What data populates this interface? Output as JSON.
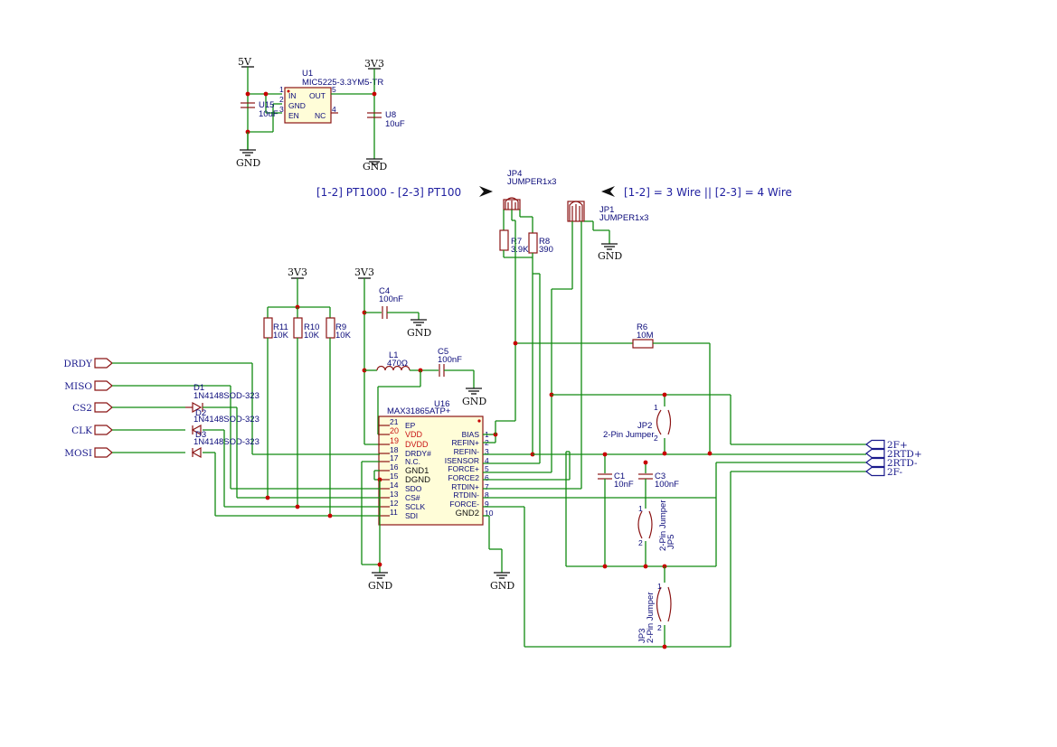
{
  "notes": {
    "jp4_note": "[1-2] PT1000 - [2-3] PT100",
    "jp1_note": "[1-2] = 3 Wire || [2-3] = 4 Wire"
  },
  "power": {
    "v5": "5V",
    "v33": "3V3",
    "gnd": "GND"
  },
  "u1": {
    "ref": "U1",
    "value": "MIC5225-3.3YM5-TR",
    "pins": {
      "in": "IN",
      "gnd": "GND",
      "en": "EN",
      "out": "OUT",
      "nc": "NC"
    },
    "pin_numbers": {
      "in": "1",
      "gnd": "2",
      "en": "3",
      "nc": "4",
      "out": "5"
    }
  },
  "caps": {
    "u15": {
      "ref": "U15",
      "value": "10uF"
    },
    "u8": {
      "ref": "U8",
      "value": "10uF"
    },
    "c4": {
      "ref": "C4",
      "value": "100nF"
    },
    "c5": {
      "ref": "C5",
      "value": "100nF"
    },
    "c1": {
      "ref": "C1",
      "value": "10nF"
    },
    "c3": {
      "ref": "C3",
      "value": "100nF"
    }
  },
  "inductor": {
    "ref": "L1",
    "value": "470Ω"
  },
  "resistors": {
    "r11": {
      "ref": "R11",
      "value": "10K"
    },
    "r10": {
      "ref": "R10",
      "value": "10K"
    },
    "r9": {
      "ref": "R9",
      "value": "10K"
    },
    "r7": {
      "ref": "R7",
      "value": "3.9K"
    },
    "r8": {
      "ref": "R8",
      "value": "390"
    },
    "r6": {
      "ref": "R6",
      "value": "10M"
    }
  },
  "diodes": {
    "d1": {
      "ref": "D1",
      "value": "1N4148SOD-323"
    },
    "d2": {
      "ref": "D2",
      "value": "1N4148SOD-323"
    },
    "d3": {
      "ref": "D3",
      "value": "1N4148SOD-323"
    }
  },
  "jumpers": {
    "jp4": {
      "ref": "JP4",
      "value": "JUMPER1x3"
    },
    "jp1": {
      "ref": "JP1",
      "value": "JUMPER1x3"
    },
    "jp2": {
      "ref": "JP2",
      "value": "2-Pin Jumper"
    },
    "jp5": {
      "ref": "JP5",
      "value": "2-Pin Jumper"
    },
    "jp3": {
      "ref": "JP3",
      "value": "2-Pin Jumper"
    },
    "pin1": "1",
    "pin2": "2"
  },
  "u16": {
    "ref": "U16",
    "value": "MAX31865ATP+",
    "left_pins": [
      {
        "num": "21",
        "name": "EP"
      },
      {
        "num": "20",
        "name": "VDD"
      },
      {
        "num": "19",
        "name": "DVDD"
      },
      {
        "num": "18",
        "name": "DRDY#"
      },
      {
        "num": "17",
        "name": "N.C."
      },
      {
        "num": "16",
        "name": "GND1"
      },
      {
        "num": "15",
        "name": "DGND"
      },
      {
        "num": "14",
        "name": "SDO"
      },
      {
        "num": "13",
        "name": "CS#"
      },
      {
        "num": "12",
        "name": "SCLK"
      },
      {
        "num": "11",
        "name": "SDI"
      }
    ],
    "right_pins": [
      {
        "num": "1",
        "name": "BIAS"
      },
      {
        "num": "2",
        "name": "REFIN+"
      },
      {
        "num": "3",
        "name": "REFIN-"
      },
      {
        "num": "4",
        "name": "ISENSOR"
      },
      {
        "num": "5",
        "name": "FORCE+"
      },
      {
        "num": "6",
        "name": "FORCE2"
      },
      {
        "num": "7",
        "name": "RTDIN+"
      },
      {
        "num": "8",
        "name": "RTDIN-"
      },
      {
        "num": "9",
        "name": "FORCE-"
      },
      {
        "num": "10",
        "name": "GND2"
      }
    ]
  },
  "ports_left": [
    "DRDY",
    "MISO",
    "CS2",
    "CLK",
    "MOSI"
  ],
  "ports_right": [
    "2F+",
    "2RTD+",
    "2RTD-",
    "2F-"
  ]
}
